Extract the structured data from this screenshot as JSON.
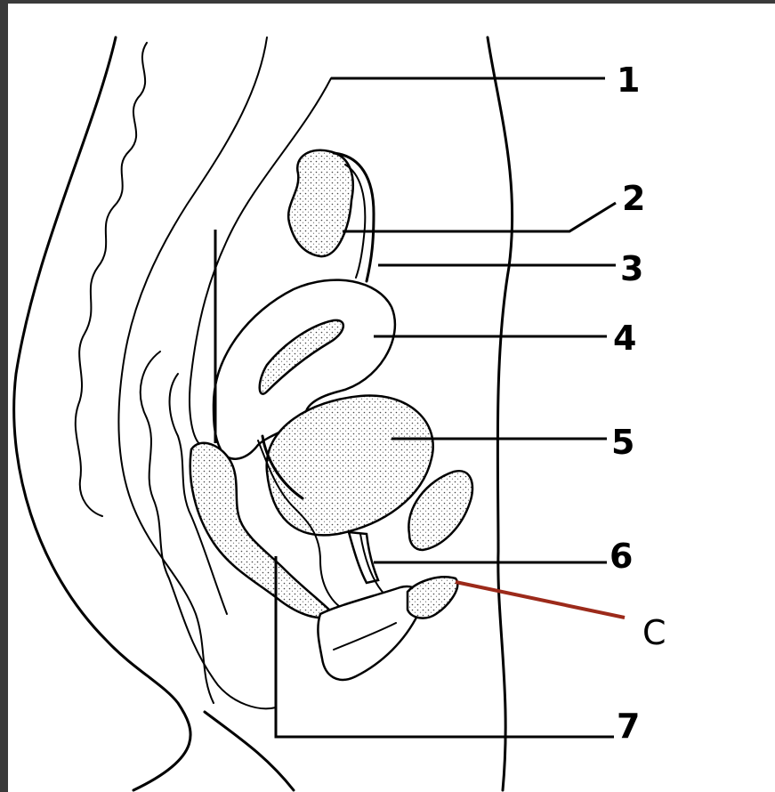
{
  "labels": {
    "l1": "1",
    "l2": "2",
    "l3": "3",
    "l4": "4",
    "l5": "5",
    "l6": "6",
    "l7": "7",
    "lc": "C"
  },
  "colors": {
    "background": "#ffffff",
    "frame": "#3a3a3a",
    "line": "#000000",
    "highlight_leader": "#9c2a1a"
  }
}
